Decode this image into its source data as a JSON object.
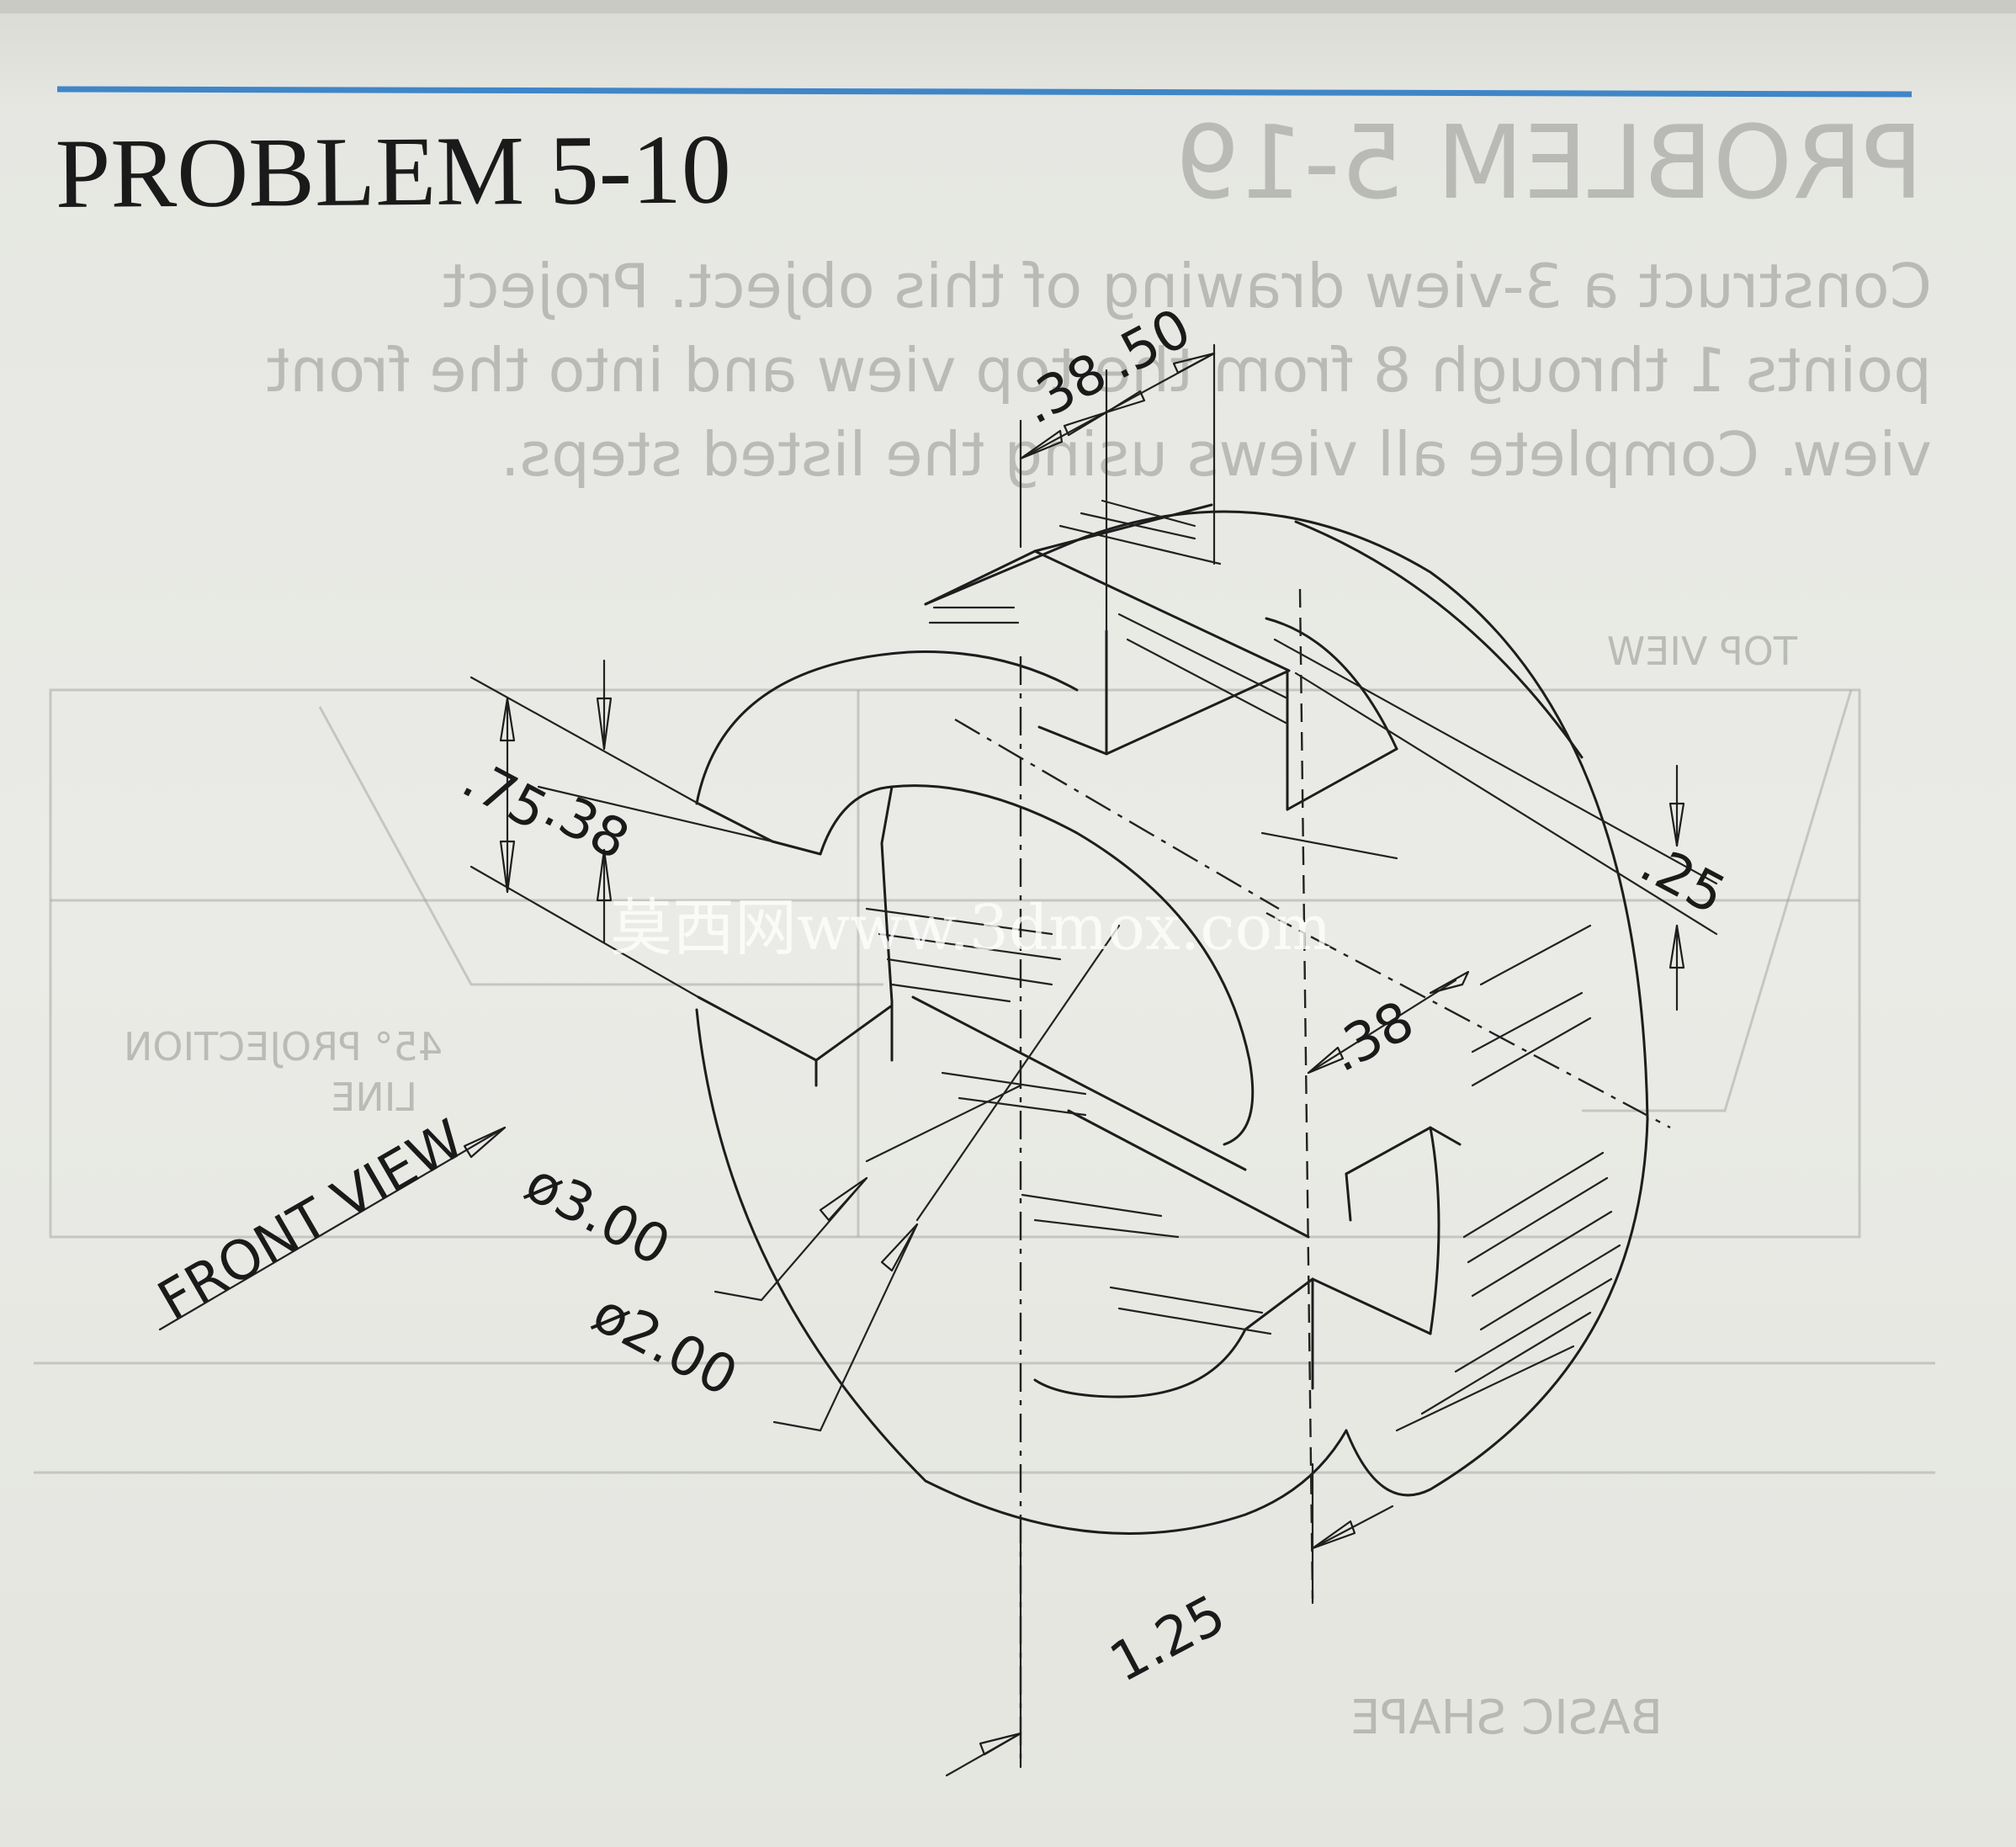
{
  "page": {
    "title": "PROBLEM 5-10",
    "view_label": "FRONT VIEW"
  },
  "dimensions": {
    "dim_38_top": ".38",
    "dim_50_top": ".50",
    "dim_75": ".75",
    "dim_38_left": ".38",
    "dim_25": ".25",
    "dim_38_right": ".38",
    "dia_300": "ø3.00",
    "dia_200": "ø2.00",
    "dim_125": "1.25"
  },
  "show_through": {
    "problem_title": "PROBLEM 5-19",
    "instructions": [
      "Construct a 3-view drawing of this object. Project",
      "points 1 through 8 from the top view and into the front",
      "view. Complete all views using the listed steps."
    ],
    "top_view_label": "TOP VIEW",
    "projection_label": "45° PROJECTION",
    "projection_label_2": "LINE",
    "basic_shape_label": "BASIC SHAPE"
  },
  "watermark": {
    "text": "莫西网www.3dmox.com"
  },
  "colors": {
    "rule_blue": "#3f86c8",
    "ink": "#1d1d1d",
    "paper": "#e8e9e4"
  }
}
